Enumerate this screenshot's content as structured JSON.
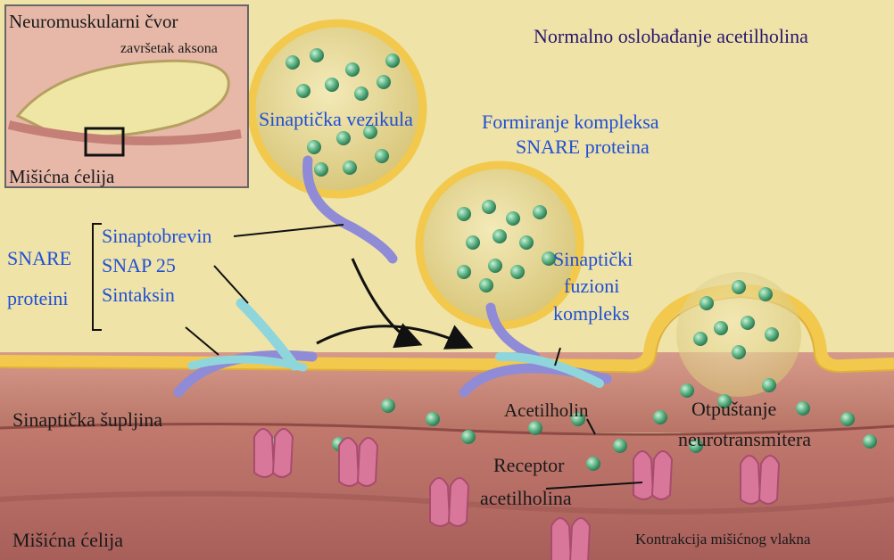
{
  "title": "Normalno oslobađanje acetilholina",
  "inset": {
    "title": "Neuromuskularni čvor",
    "axon_label": "završetak aksona",
    "cell_label": "Mišićna ćelija"
  },
  "labels": {
    "vesicle": "Sinaptička vezikula",
    "snare_formation_line1": "Formiranje kompleksa",
    "snare_formation_line2": "SNARE proteina",
    "snare_group_line1": "SNARE",
    "snare_group_line2": "proteini",
    "synaptobrevin": "Sinaptobrevin",
    "snap25": "SNAP 25",
    "syntaxin": "Sintaksin",
    "fusion_line1": "Sinaptički",
    "fusion_line2": "fuzioni",
    "fusion_line3": "kompleks",
    "cleft": "Sinaptička šupljina",
    "acetylcholine": "Acetilholin",
    "release_line1": "Otpuštanje",
    "release_line2": "neurotransmitera",
    "receptor_line1": "Receptor",
    "receptor_line2": "acetilholina",
    "muscle_cell": "Mišićna ćelija",
    "contraction": "Kontrakcija mišićnog vlakna"
  },
  "colors": {
    "terminal": "#efe3a8",
    "membrane": "#f2c94c",
    "cleft": "#c9867a",
    "muscle": "#b86e68",
    "vesicle_fill": "#e8dca0",
    "acetylcholine": "#5fb585",
    "receptor": "#d9779a",
    "protein_purple": "#8f8bd6",
    "protein_cyan": "#8fd6dc",
    "text_blue": "#1f4fd6"
  }
}
